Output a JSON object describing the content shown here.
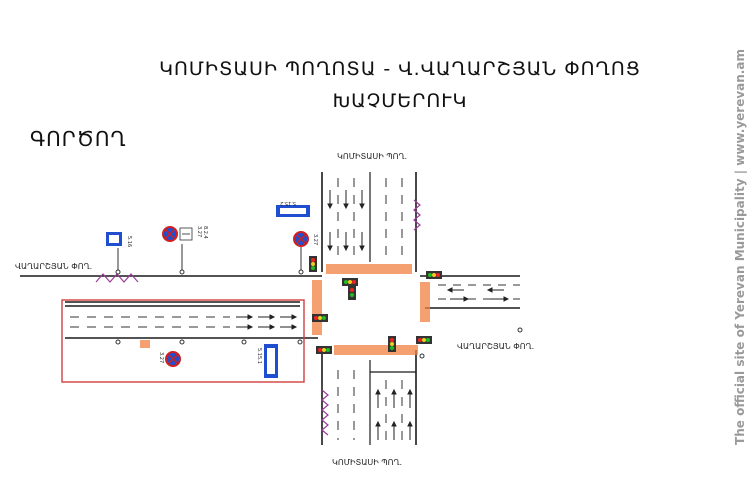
{
  "title": {
    "line1": "ԿՈՄԻՏԱՍԻ ՊՈՂՈՏԱ - Վ.ՎԱՂԱՐՇՅԱՆ ՓՈՂՈՑ",
    "line2": "ԽԱՉՄԵՐՈՒԿ"
  },
  "section_label": "ԳՈՐԾՈՂ",
  "road_labels": {
    "north": "ԿՈՄԻՏԱՍԻ ՊՈՂ.",
    "south": "ԿՈՄԻՏԱՍԻ ՊՈՂ.",
    "west": "ՎԱՂԱՐՇՅԱՆ ՓՈՂ.",
    "east": "ՎԱՂԱՐՇՅԱՆ ՓՈՂ."
  },
  "sign_codes": {
    "bus_stop": "5.16",
    "no_stopping_pair_a": "3.27",
    "no_stopping_pair_b": "8.2.4",
    "no_stopping_north": "3.27",
    "no_stopping_south": "3.27",
    "lanes_north": "5.15.2",
    "lanes_west": "5.15.1"
  },
  "watermark": "The official site of Yerevan Municipality | www.yerevan.am",
  "colors": {
    "road_line": "#1a1a1a",
    "crosswalk": "#f08040",
    "highlight_box": "#d04040",
    "sign_blue": "#1f4fd0",
    "sign_red": "#d02020",
    "zigzag": "#9b3c9b"
  }
}
